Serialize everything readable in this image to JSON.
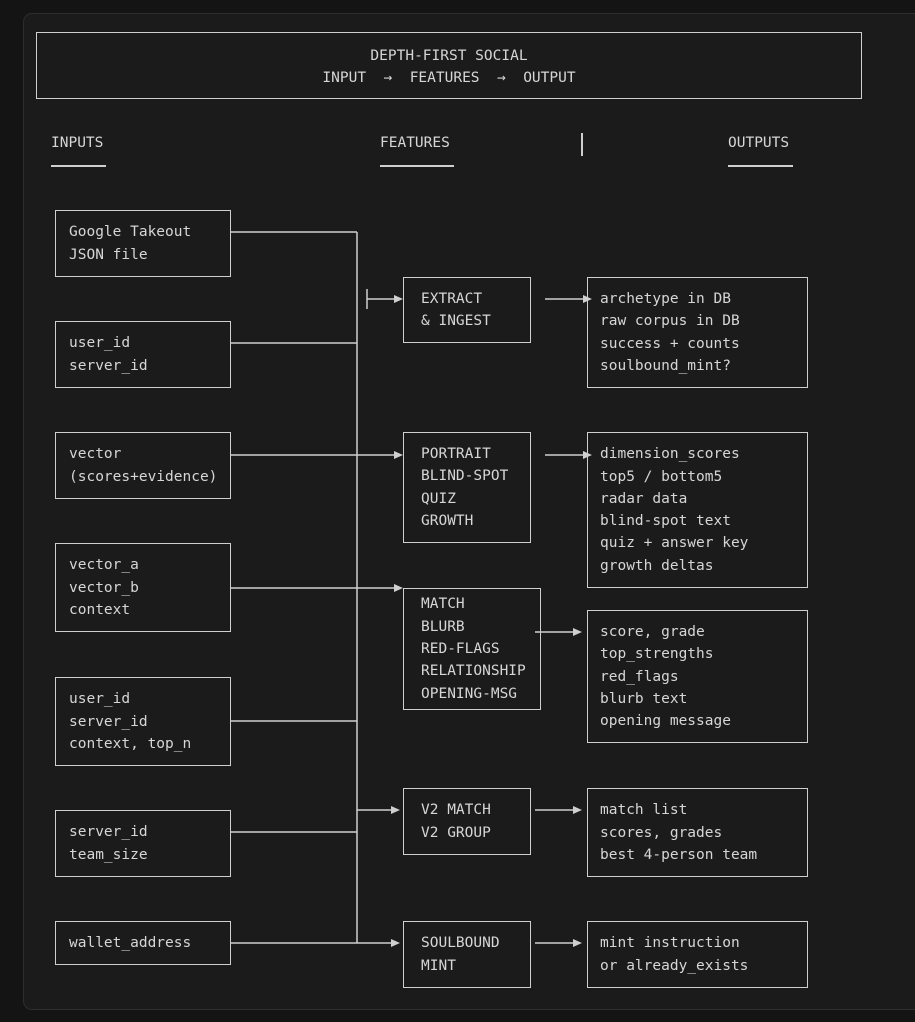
{
  "header": {
    "title": "DEPTH-FIRST SOCIAL",
    "subtitle": "INPUT  →  FEATURES  →  OUTPUT"
  },
  "columns": {
    "inputs": "INPUTS",
    "features": "FEATURES",
    "outputs": "OUTPUTS"
  },
  "inputs": [
    {
      "lines": [
        "Google Takeout",
        "JSON file"
      ]
    },
    {
      "lines": [
        "user_id",
        "server_id"
      ]
    },
    {
      "lines": [
        "vector",
        "(scores+evidence)"
      ]
    },
    {
      "lines": [
        "vector_a",
        "vector_b",
        "context"
      ]
    },
    {
      "lines": [
        "user_id",
        "server_id",
        "context, top_n"
      ]
    },
    {
      "lines": [
        "server_id",
        "team_size"
      ]
    },
    {
      "lines": [
        "wallet_address"
      ]
    }
  ],
  "features": [
    {
      "lines": [
        "EXTRACT",
        "& INGEST"
      ]
    },
    {
      "lines": [
        "PORTRAIT",
        "BLIND-SPOT",
        "QUIZ",
        "GROWTH"
      ]
    },
    {
      "lines": [
        "MATCH",
        "BLURB",
        "RED-FLAGS",
        "RELATIONSHIP",
        "OPENING-MSG"
      ]
    },
    {
      "lines": [
        "V2 MATCH",
        "V2 GROUP"
      ]
    },
    {
      "lines": [
        "SOULBOUND",
        "MINT"
      ]
    }
  ],
  "outputs": [
    {
      "lines": [
        "archetype in DB",
        "raw corpus in DB",
        "success + counts",
        "soulbound_mint?"
      ]
    },
    {
      "lines": [
        "dimension_scores",
        "top5 / bottom5",
        "radar data",
        "blind-spot text",
        "quiz + answer key",
        "growth deltas"
      ]
    },
    {
      "lines": [
        "score, grade",
        "top_strengths",
        "red_flags",
        "blurb text",
        "opening message"
      ]
    },
    {
      "lines": [
        "match list",
        "scores, grades",
        "best 4-person team"
      ]
    },
    {
      "lines": [
        "mint instruction",
        "or already_exists"
      ]
    }
  ],
  "colors": {
    "background": "#1b1b1b",
    "text": "#d6d6d6",
    "lines": "#cfcfcf"
  }
}
